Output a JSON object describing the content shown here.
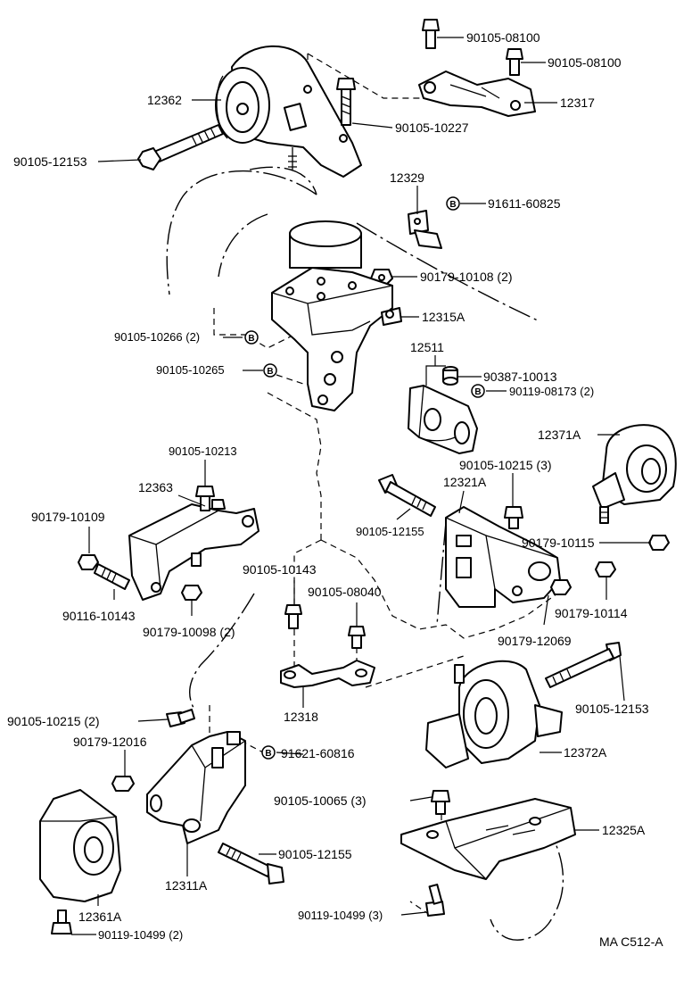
{
  "diagram": {
    "ref_code": "MA C512-A",
    "badge_letter": "B",
    "labels": {
      "p90105_08100_a": "90105-08100",
      "p90105_08100_b": "90105-08100",
      "p12362": "12362",
      "p12317": "12317",
      "p90105_10227": "90105-10227",
      "p90105_12153_a": "90105-12153",
      "p12329": "12329",
      "p91611_60825": "91611-60825",
      "p90179_10108": "90179-10108 (2)",
      "p12315A": "12315A",
      "p90105_10266": "90105-10266 (2)",
      "p90105_10265": "90105-10265",
      "p12511": "12511",
      "p90387_10013": "90387-10013",
      "p90119_08173": "90119-08173 (2)",
      "p12371A": "12371A",
      "p90105_10213": "90105-10213",
      "p12363": "12363",
      "p90179_10109": "90179-10109",
      "p90116_10143": "90116-10143",
      "p90179_10098": "90179-10098 (2)",
      "p90105_10215_3": "90105-10215 (3)",
      "p12321A": "12321A",
      "p90105_12155_a": "90105-12155",
      "p90179_10115": "90179-10115",
      "p90179_10114": "90179-10114",
      "p90105_10143": "90105-10143",
      "p90105_08040": "90105-08040",
      "p90179_12069": "90179-12069",
      "p90105_12153_b": "90105-12153",
      "p12318": "12318",
      "p90105_10215_2": "90105-10215 (2)",
      "p90179_12016": "90179-12016",
      "p91621_60816": "91621-60816",
      "p12372A": "12372A",
      "p90105_10065": "90105-10065 (3)",
      "p12325A": "12325A",
      "p90105_12155_b": "90105-12155",
      "p12311A": "12311A",
      "p12361A": "12361A",
      "p90119_10499_3": "90119-10499 (3)",
      "p90119_10499_2": "90119-10499 (2)"
    }
  }
}
